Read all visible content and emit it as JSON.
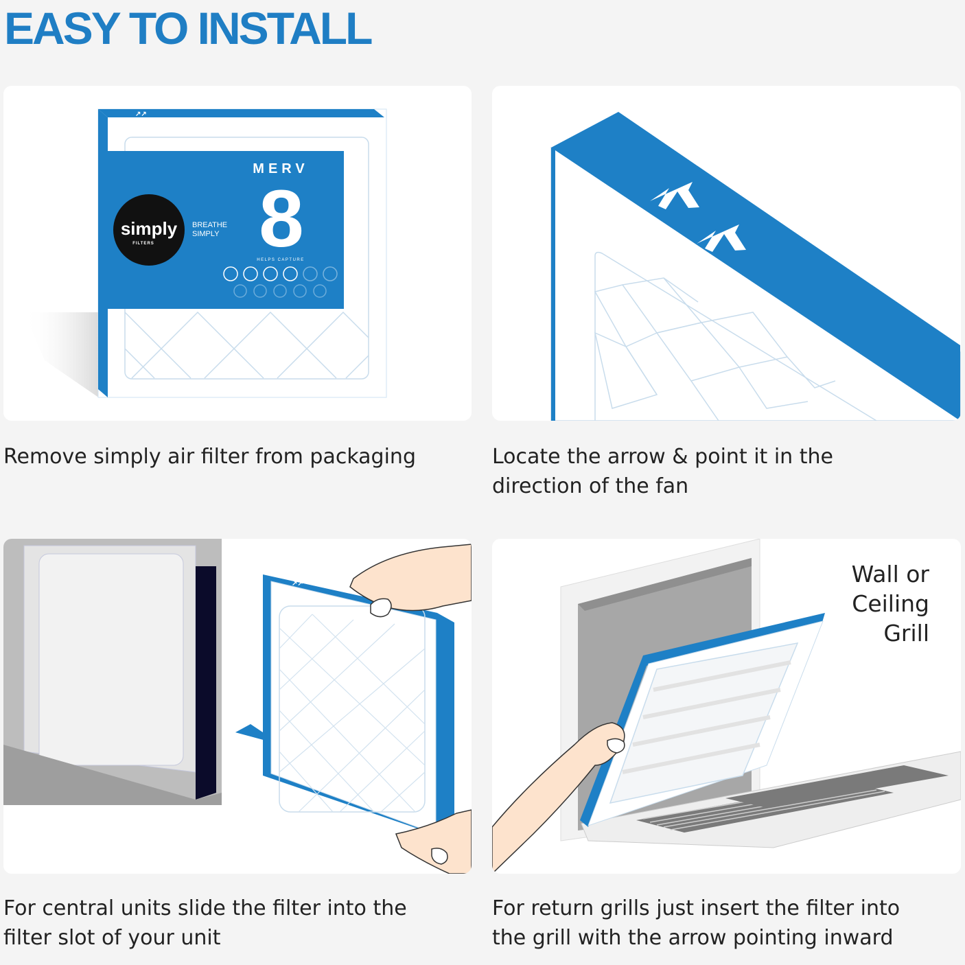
{
  "page": {
    "title": "EASY TO INSTALL"
  },
  "steps": [
    {
      "caption_lines": [
        "Remove simply air filter from packaging"
      ]
    },
    {
      "caption_lines": [
        "Locate the arrow & point it in the",
        "direction of the fan"
      ]
    },
    {
      "caption_lines": [
        "For central units slide the filter into the",
        "filter slot of your unit"
      ]
    },
    {
      "caption_lines": [
        "For return grills just insert the filter into",
        "the grill with the arrow pointing inward"
      ],
      "label_lines": [
        "Wall or",
        "Ceiling",
        "Grill"
      ]
    }
  ],
  "package": {
    "brand": "simply",
    "brand_sub": "FILTERS",
    "tagline_lines": [
      "BREATHE",
      "SIMPLY"
    ],
    "merv_label": "MERV",
    "merv_value": "8",
    "helps_capture": "HELPS CAPTURE"
  },
  "colors": {
    "brand_blue": "#1f7ec4",
    "frame_blue": "#1e80c6",
    "dark_slot": "#0b0b2a"
  }
}
